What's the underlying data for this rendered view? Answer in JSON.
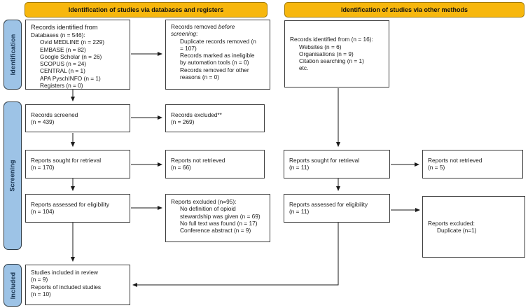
{
  "colors": {
    "banner_bg": "#F7B70D",
    "banner_border": "#A07800",
    "sidebar_bg": "#9DC3E6",
    "sidebar_border": "#2F3B45",
    "box_border": "#3D3D3D",
    "arrow": "#1A1A1A"
  },
  "banners": {
    "databases": "Identification of studies via databases and registers",
    "other_methods": "Identification of studies via other methods"
  },
  "sidebar": {
    "identification": "Identification",
    "screening": "Screening",
    "included": "Included"
  },
  "boxes": {
    "identified_db": {
      "title": "Records identified from",
      "subtitle": "Databases (n = 546):",
      "items": [
        "Ovid MEDLINE (n = 229)",
        "EMBASE (n = 82)",
        "Google Scholar (n = 26)",
        "SCOPUS (n = 24)",
        "CENTRAL (n = 1)",
        "APA PyschINFO (n = 1)",
        "Registers (n = 0)"
      ]
    },
    "records_removed": {
      "line1_normal": "Records removed ",
      "line1_italic": "before",
      "line2_italic": "screening",
      "line2_normal": ":",
      "items": [
        "Duplicate records removed (n",
        "= 107)",
        "Records marked as ineligible",
        "by automation tools (n = 0)",
        "Records removed for other",
        "reasons (n = 0)"
      ]
    },
    "identified_other": {
      "title": "Records identified from (n = 16):",
      "items": [
        "Websites (n = 6)",
        "Organisations (n = 9)",
        "Citation searching (n = 1)",
        "etc."
      ]
    },
    "records_screened": {
      "line1": "Records screened",
      "line2": "(n = 439)"
    },
    "records_excluded": {
      "line1": "Records excluded**",
      "line2": "(n = 269)"
    },
    "reports_sought_db": {
      "line1": "Reports sought for retrieval",
      "line2": "(n = 170)"
    },
    "reports_not_retrieved_db": {
      "line1": "Reports not retrieved",
      "line2": "(n = 66)"
    },
    "reports_assessed_db": {
      "line1": "Reports assessed for eligibility",
      "line2": "(n = 104)"
    },
    "reports_excluded_db": {
      "title": "Reports excluded (n=95):",
      "items": [
        "No definition of opioid",
        "stewardship was given (n = 69)",
        "No full text was found (n = 17)",
        "Conference abstract (n = 9)"
      ]
    },
    "reports_sought_other": {
      "line1": "Reports sought for retrieval",
      "line2": "(n = 11)"
    },
    "reports_not_retrieved_other": {
      "line1": "Reports not retrieved",
      "line2": "(n = 5)"
    },
    "reports_assessed_other": {
      "line1": "Reports assessed for eligibility",
      "line2": "(n = 11)"
    },
    "reports_excluded_other": {
      "title": "Reports excluded:",
      "items": [
        "Duplicate (n=1)"
      ]
    },
    "included_studies": {
      "lines": [
        "Studies included in review",
        "(n = 9)",
        "Reports of included studies",
        "(n = 10)"
      ]
    }
  }
}
